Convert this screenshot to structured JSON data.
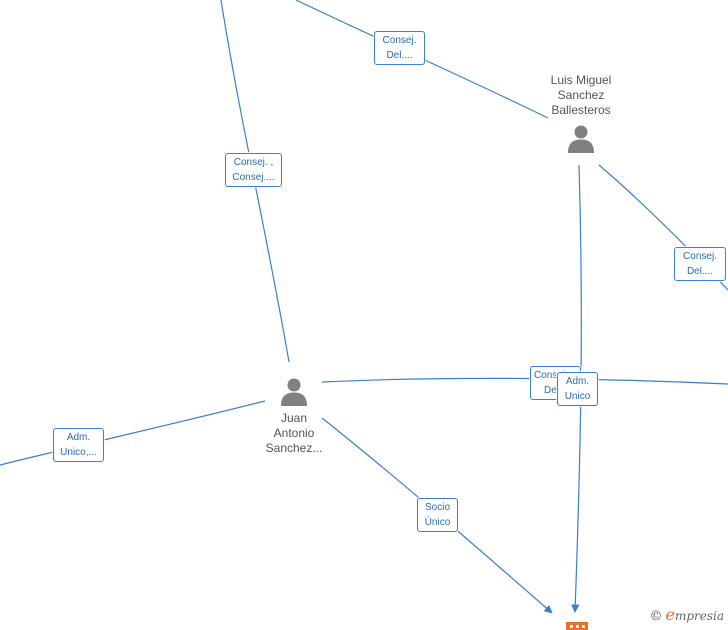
{
  "persons": {
    "luis": {
      "name": [
        "Luis Miguel",
        "Sanchez",
        "Ballesteros"
      ]
    },
    "juan": {
      "name": [
        "Juan",
        "Antonio",
        "Sanchez..."
      ]
    }
  },
  "relations": {
    "top_right": [
      "Consej.",
      "Del...."
    ],
    "top_left": [
      "Consej. ,",
      "Consej...."
    ],
    "right": [
      "Consej.",
      "Del...."
    ],
    "center_back": [
      "Consej.",
      "Del...."
    ],
    "center_front": [
      "Adm.",
      "Unico"
    ],
    "left": [
      "Adm.",
      "Unico,..."
    ],
    "bottom": [
      "Socio",
      "Único"
    ]
  },
  "brand": {
    "copyright": "©",
    "initial": "e",
    "rest": "mpresia"
  },
  "colors": {
    "edge": "#3a7fd0",
    "person": "#808080",
    "company": "#e8702a"
  }
}
